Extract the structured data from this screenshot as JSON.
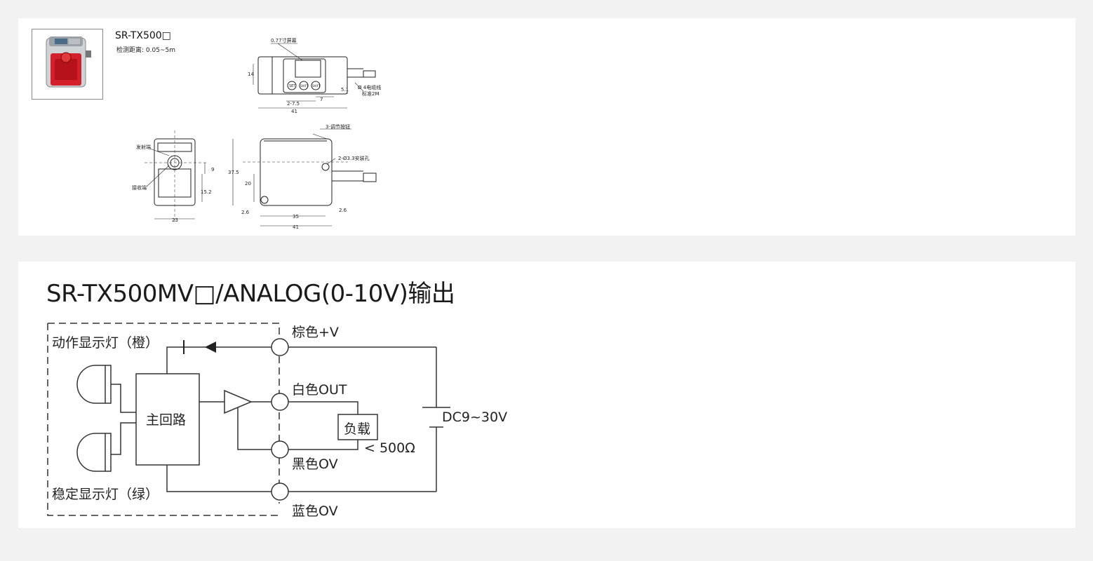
{
  "product": {
    "model": "SR-TX500□",
    "range_text": "检测距离: 0.05~5m",
    "image": "sensor-product-photo"
  },
  "dimension_drawing": {
    "labels": {
      "screen": "0.77寸屏幕",
      "cable": "Ø 4电缆线",
      "cable_std": "标准2M",
      "buttons": "3-调节按钮",
      "holes": "2-Ø3.3安装孔",
      "emitter": "发射端",
      "receiver": "接收端"
    },
    "dims": {
      "d14": "14",
      "d51": "5.1",
      "d7": "7",
      "d275": "2-7.5",
      "d41a": "41",
      "d41b": "41",
      "d35": "35",
      "d26a": "2.6",
      "d26b": "2.6",
      "d375": "37.5",
      "d20": "20",
      "d9": "9",
      "d152": "15.2",
      "d23": "23"
    },
    "button_labels": [
      "SET",
      "SHIFT",
      "SHIFT"
    ]
  },
  "wiring": {
    "title": "SR-TX500MV□/ANALOG(0-10V)输出",
    "labels": {
      "brown": "棕色+V",
      "white": "白色OUT",
      "black": "黑色OV",
      "blue": "蓝色OV",
      "action_lamp": "动作显示灯（橙）",
      "stable_lamp": "稳定显示灯（绿）",
      "main_circuit": "主回路",
      "load": "负载",
      "load_limit": "< 500Ω",
      "supply": "DC9~30V"
    }
  }
}
